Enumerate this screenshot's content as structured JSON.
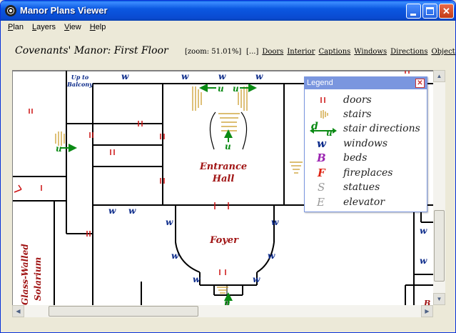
{
  "window": {
    "title": "Manor Plans Viewer"
  },
  "menu": [
    {
      "u": "P",
      "rest": "lan"
    },
    {
      "u": "L",
      "rest": "ayers"
    },
    {
      "u": "V",
      "rest": "iew"
    },
    {
      "u": "H",
      "rest": "elp"
    }
  ],
  "header": {
    "floor_title": "Covenants' Manor: First Floor",
    "zoom_label": "[zoom: 51.01%]",
    "ellipsis": "[...]",
    "links": [
      "Doors",
      "Interior",
      "Captions",
      "Windows",
      "Directions",
      "Objects"
    ]
  },
  "plan": {
    "labels": {
      "up_to": "Up to",
      "balcony": "Balcony",
      "entrance": "Entrance",
      "hall": "Hall",
      "foyer": "Foyer",
      "glass_walled": "Glass-Walled",
      "solarium": "Solarium",
      "partial_b": "B",
      "dir_u": "u",
      "window_w": "w"
    }
  },
  "legend": {
    "title": "Legend",
    "items": [
      {
        "label": "doors",
        "symbol": "door-mark"
      },
      {
        "label": "stairs",
        "symbol": "stairs-mark"
      },
      {
        "label": "stair directions",
        "symbol": "arrows-mark",
        "letters": [
          "d",
          "u"
        ]
      },
      {
        "label": "windows",
        "symbol": "letter",
        "letter": "w"
      },
      {
        "label": "beds",
        "symbol": "letter",
        "letter": "B"
      },
      {
        "label": "fireplaces",
        "symbol": "letter",
        "letter": "F"
      },
      {
        "label": "statues",
        "symbol": "letter",
        "letter": "S"
      },
      {
        "label": "elevator",
        "symbol": "letter",
        "letter": "E"
      }
    ]
  },
  "colors": {
    "wall": "#000000",
    "door": "#cc1111",
    "stairs": "#c8961e",
    "window": "#0b2a8a",
    "direction": "#0a8a14",
    "caption": "#a01414",
    "bed": "#9a22b0",
    "fireplace": "#dd2211",
    "statue": "#999999",
    "elevator": "#999999"
  }
}
